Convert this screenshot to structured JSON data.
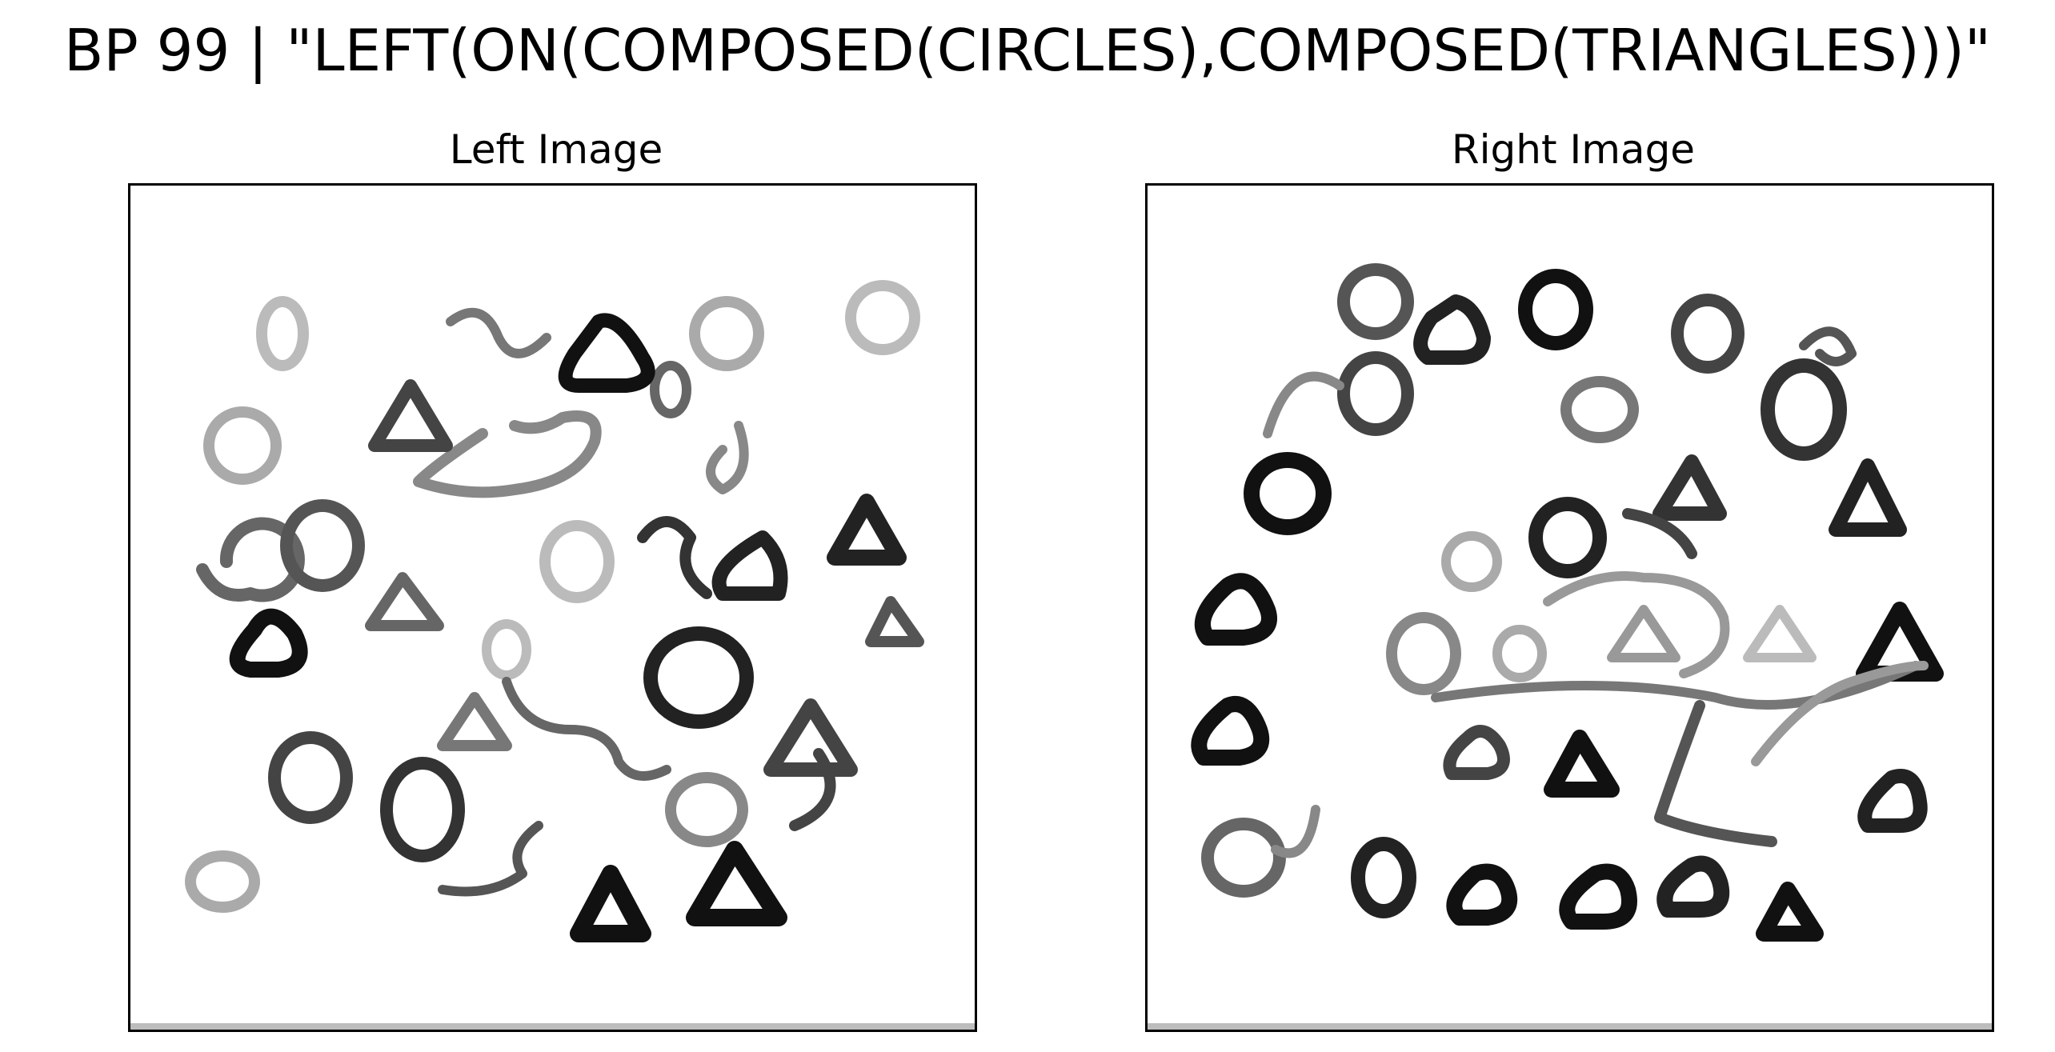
{
  "figure": {
    "title": "BP 99 | \"LEFT(ON(COMPOSED(CIRCLES),COMPOSED(TRIANGLES)))\""
  },
  "panels": {
    "left": {
      "title": "Left Image"
    },
    "right": {
      "title": "Right Image"
    }
  },
  "colors": {
    "background": "#ffffff",
    "frame": "#000000",
    "stroke_dark": "#1a1a1a",
    "stroke_mid": "#555555",
    "stroke_light": "#aaaaaa"
  }
}
